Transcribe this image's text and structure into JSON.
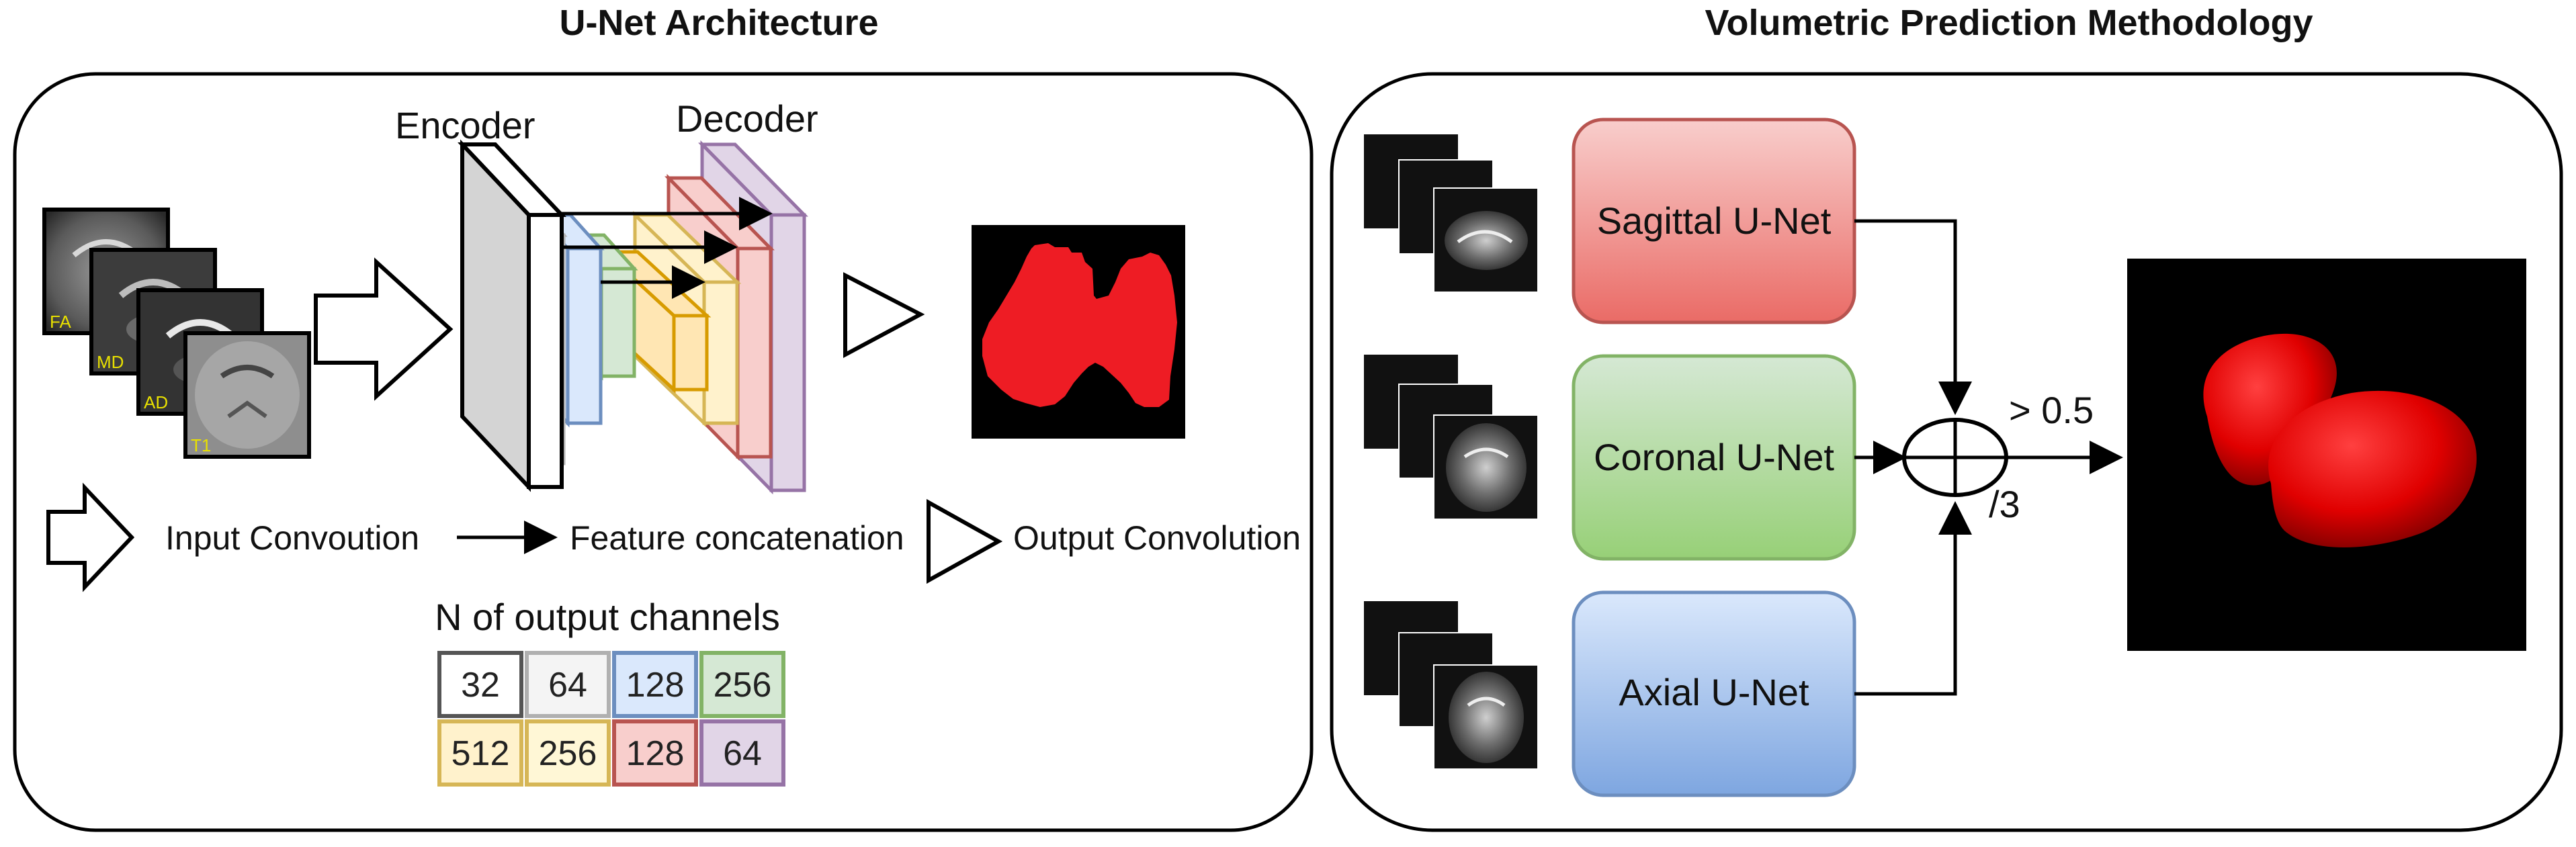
{
  "left_panel": {
    "title": "U-Net Architecture",
    "encoder_label": "Encoder",
    "decoder_label": "Decoder",
    "input_modalities": [
      "FA",
      "MD",
      "AD",
      "T1"
    ],
    "legend": {
      "input_convolution": "Input Convoution",
      "feature_concatenation": "Feature concatenation",
      "output_convolution": "Output Convolution"
    },
    "channels_table": {
      "title": "N of output channels",
      "rows": [
        [
          {
            "value": "32",
            "color": "#555555",
            "fill": "#ffffff"
          },
          {
            "value": "64",
            "color": "#b0b0b0",
            "fill": "#f4f4f4"
          },
          {
            "value": "128",
            "color": "#6c8ebf",
            "fill": "#dae8fc"
          },
          {
            "value": "256",
            "color": "#82b366",
            "fill": "#d5e8d4"
          }
        ],
        [
          {
            "value": "512",
            "color": "#d6b656",
            "fill": "#fff2cc"
          },
          {
            "value": "256",
            "color": "#d6b656",
            "fill": "#fff7d6"
          },
          {
            "value": "128",
            "color": "#b85450",
            "fill": "#f8cecc"
          },
          {
            "value": "64",
            "color": "#9673a6",
            "fill": "#e1d5e7"
          }
        ]
      ]
    }
  },
  "right_panel": {
    "title": "Volumetric Prediction Methodology",
    "networks": [
      {
        "label": "Sagittal U-Net",
        "fill_top": "#f8cecc",
        "fill_bottom": "#ea6b66",
        "stroke": "#b85450"
      },
      {
        "label": "Coronal U-Net",
        "fill_top": "#d5e8d4",
        "fill_bottom": "#97d077",
        "stroke": "#82b366"
      },
      {
        "label": "Axial U-Net",
        "fill_top": "#dae8fc",
        "fill_bottom": "#7ea6e0",
        "stroke": "#6c8ebf"
      }
    ],
    "division_label": "/3",
    "threshold_label": "> 0.5"
  },
  "colors": {
    "segmentation_red": "#ee1c24",
    "background_black": "#000000"
  }
}
